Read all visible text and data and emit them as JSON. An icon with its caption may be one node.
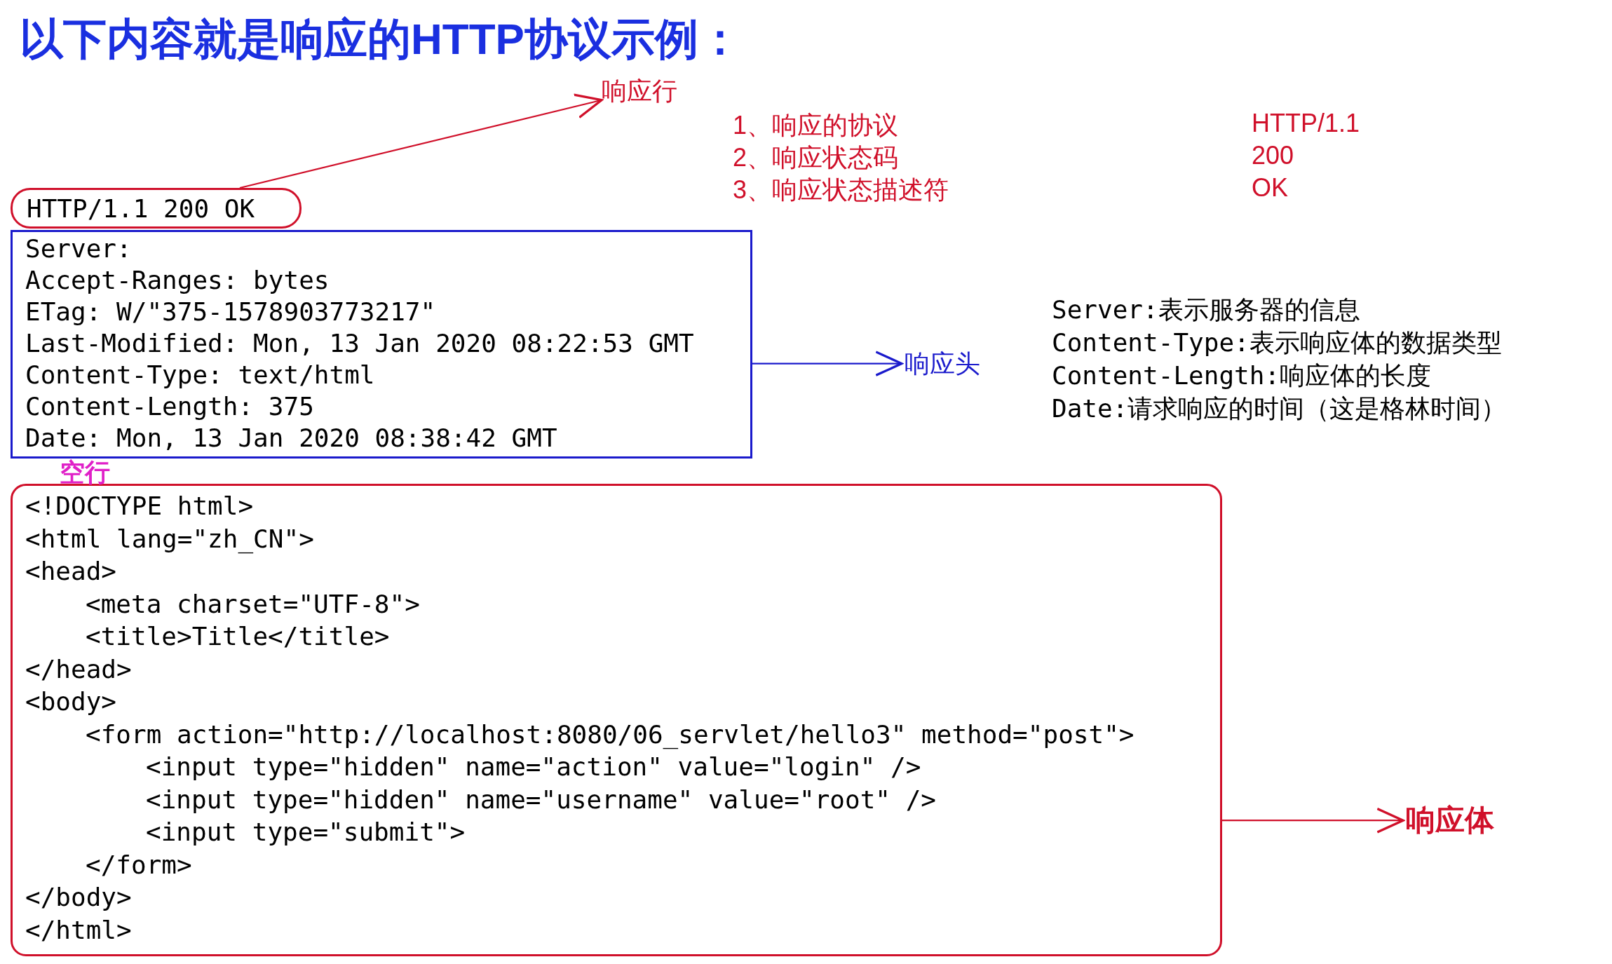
{
  "diagram": {
    "title": "以下内容就是响应的HTTP协议示例：",
    "nodes": [
      {
        "text": [
          "HTTP/1.1 200 OK"
        ]
      },
      {
        "text": [
          "响应行"
        ]
      },
      {
        "text": [
          "Server:",
          "Accept-Ranges: bytes",
          "ETag: W/\"375-1578903773217\"",
          "Last-Modified: Mon, 13 Jan 2020 08:22:53 GMT",
          "Content-Type: text/html",
          "Content-Length: 375",
          "Date: Mon, 13 Jan 2020 08:38:42 GMT"
        ]
      },
      {
        "text": [
          "响应头"
        ]
      },
      {
        "text": [
          "<!DOCTYPE html>",
          "<html lang=\"zh_CN\">",
          "<head>",
          "<meta charset=\"UTF-8\">",
          "<title>Title</title>",
          "</head>",
          "<body>",
          "<form action=\"http://localhost:8080/06_servlet/hello3\" method=\"post\">",
          "<input type=\"hidden\" name=\"action\" value=\"login\" />",
          "<input type=\"hidden\" name=\"username\" value=\"root\" />",
          "<input type=\"submit\">",
          "</form>",
          "</body>",
          "</html>"
        ]
      },
      {
        "text": [
          "响应体"
        ]
      }
    ],
    "edges": [
      {
        "from": 0,
        "to": 1,
        "arrow": "to"
      },
      {
        "from": 2,
        "to": 3,
        "arrow": "to",
        "color": "#1a1acc"
      },
      {
        "from": 4,
        "to": 5,
        "arrow": "to"
      }
    ],
    "labels": [
      "1、响应的协议",
      "HTTP/1.1",
      "2、响应状态码",
      "200",
      "3、响应状态描述符",
      "OK",
      "Server:表示服务器的信息",
      "Content-Type:表示响应体的数据类型",
      "Content-Length:响应体的长度",
      "Date:请求响应的时间（这是格林时间）",
      "空行"
    ]
  }
}
